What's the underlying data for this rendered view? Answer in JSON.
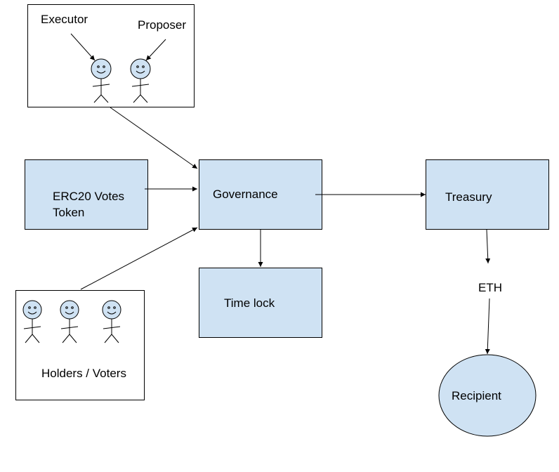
{
  "colors": {
    "box_fill": "#cfe2f3",
    "stroke": "#000000",
    "background": "#ffffff"
  },
  "labels": {
    "executor": "Executor",
    "proposer": "Proposer",
    "erc20_line1": "ERC20 Votes",
    "erc20_line2": "Token",
    "governance": "Governance",
    "treasury": "Treasury",
    "timelock": "Time lock",
    "eth": "ETH",
    "holders": "Holders / Voters",
    "recipient": "Recipient"
  },
  "icons": [
    "stick-figure-icon",
    "arrow-icon"
  ]
}
